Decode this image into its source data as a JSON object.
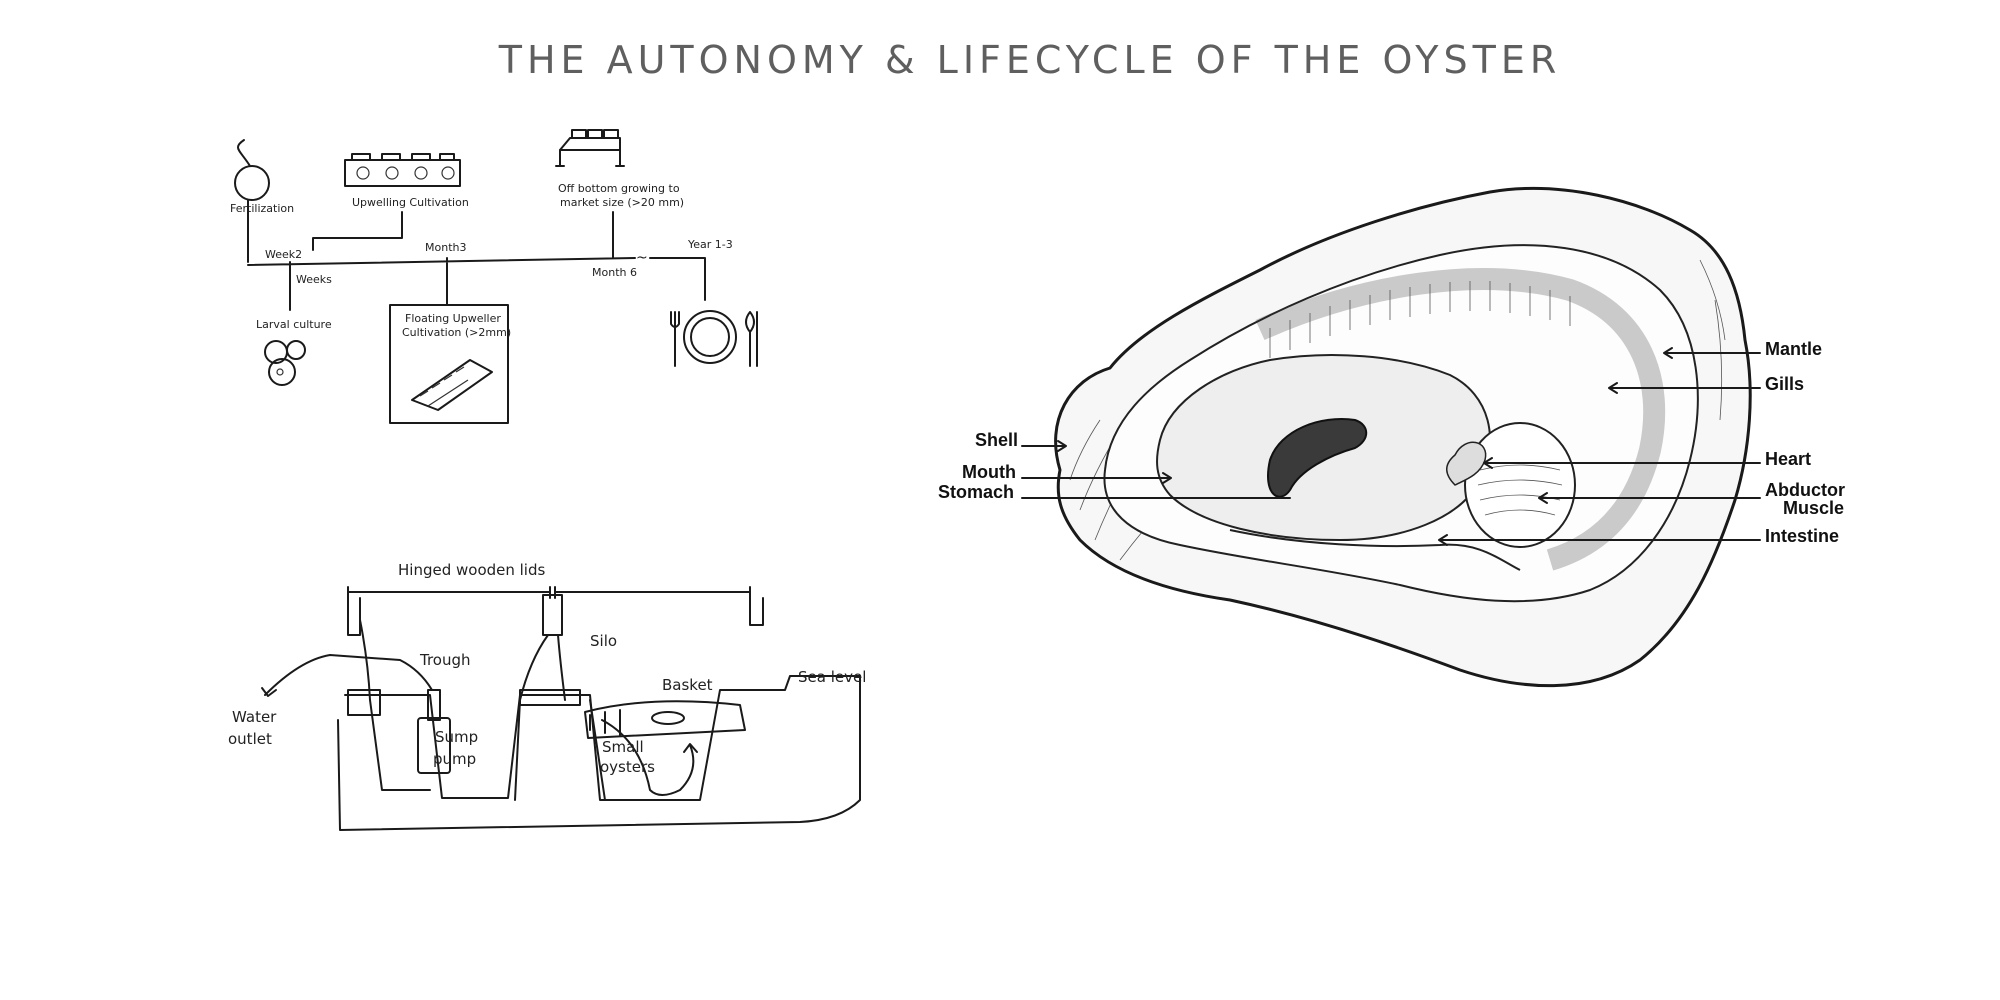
{
  "title": "THE AUTONOMY & LIFECYCLE OF THE OYSTER",
  "lifecycle": {
    "fertilization": "Fertilization",
    "upwelling": "Upwelling Cultivation",
    "off_bottom_line1": "Off bottom growing to",
    "off_bottom_line2": "market size (>20 mm)",
    "week2": "Week2",
    "weeks": "Weeks",
    "month3": "Month3",
    "month6": "Month 6",
    "tilde": "~",
    "year": "Year 1-3",
    "larval": "Larval culture",
    "floating_line1": "Floating Upweller",
    "floating_line2": "Cultivation (>2mm)"
  },
  "upweller": {
    "hinged_lids": "Hinged wooden lids",
    "trough": "Trough",
    "silo": "Silo",
    "basket": "Basket",
    "sea_level": "Sea level",
    "water": "Water",
    "outlet": "outlet",
    "sump": "Sump",
    "pump": "pump",
    "small": "Small",
    "oysters": "oysters"
  },
  "anatomy": {
    "mantle": "Mantle",
    "gills": "Gills",
    "heart": "Heart",
    "abductor_1": "Abductor",
    "abductor_2": "Muscle",
    "intestine": "Intestine",
    "shell": "Shell",
    "mouth": "Mouth",
    "stomach": "Stomach"
  }
}
